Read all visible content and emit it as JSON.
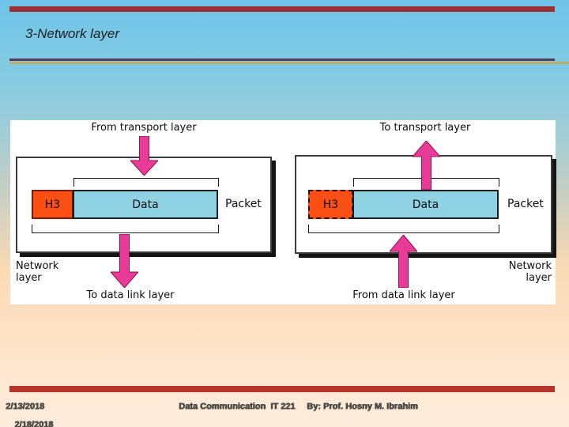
{
  "slide": {
    "title": "3-Network layer"
  },
  "diagram": {
    "left_panel": {
      "top_label": "From transport layer",
      "header_label": "H3",
      "data_label": "Data",
      "packet_label": "Packet",
      "layer_label_1": "Network",
      "layer_label_2": "layer",
      "bottom_label": "To data link layer"
    },
    "right_panel": {
      "top_label": "To transport layer",
      "header_label": "H3",
      "data_label": "Data",
      "packet_label": "Packet",
      "layer_label_1": "Network",
      "layer_label_2": "layer",
      "bottom_label": "From data link layer"
    }
  },
  "footer": {
    "date": "2/18/2018",
    "date_overlap": "2/13/2018",
    "course": "Data Communication  IT 221",
    "author": "By: Prof. Hosny M. Ibrahim"
  },
  "colors": {
    "accent_bar_top": "#9e3035",
    "accent_bar_bottom": "#b3352b",
    "rule_dark": "#573a55",
    "rule_gold": "#c0ac69",
    "arrow_pink": "#e83a97",
    "arrow_outline": "#8f1150",
    "header_orange": "#fb4f14",
    "data_cyan": "#8fd2e4",
    "background_top": "#6fc4e8",
    "background_bottom": "#fdecdd"
  }
}
